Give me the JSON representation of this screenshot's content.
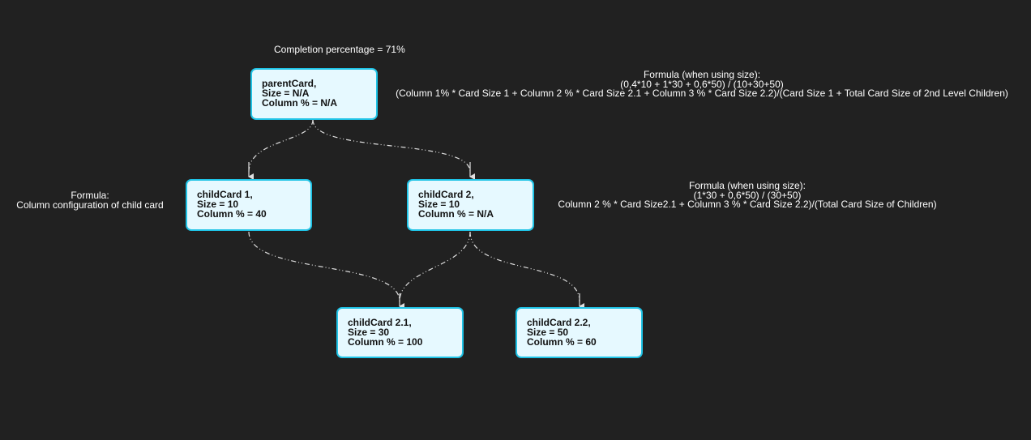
{
  "completion": {
    "text": "Completion percentage = 71%"
  },
  "cards": {
    "parent": {
      "l1": "parentCard,",
      "l2": "Size = N/A",
      "l3": "Column % = N/A"
    },
    "child1": {
      "l1": "childCard 1,",
      "l2": "Size = 10",
      "l3": "Column % = 40"
    },
    "child2": {
      "l1": "childCard 2,",
      "l2": "Size = 10",
      "l3": "Column % = N/A"
    },
    "child21": {
      "l1": "childCard 2.1,",
      "l2": "Size = 30",
      "l3": "Column % = 100"
    },
    "child22": {
      "l1": "childCard 2.2,",
      "l2": "Size = 50",
      "l3": "Column % = 60"
    }
  },
  "notes": {
    "parent_formula": {
      "l1": "Formula (when using size):",
      "l2": "(0,4*10 + 1*30 + 0,6*50) / (10+30+50)",
      "l3": "(Column 1% * Card Size 1 + Column 2 % * Card Size 2.1 + Column 3 % * Card Size 2.2)/(Card Size 1 + Total Card Size of 2nd Level Children)"
    },
    "child2_formula": {
      "l1": "Formula (when using size):",
      "l2": "(1*30 + 0,6*50) / (30+50)",
      "l3": "Column 2 % * Card Size2.1 + Column 3 % * Card Size 2.2)/(Total Card Size of Children)"
    },
    "child1_formula": {
      "l1": "Formula:",
      "l2": "Column configuration of child card"
    }
  },
  "colors": {
    "background": "#212121",
    "card_fill": "#e6f9ff",
    "card_border": "#1fc3e6",
    "connector": "#e0e0e0"
  }
}
